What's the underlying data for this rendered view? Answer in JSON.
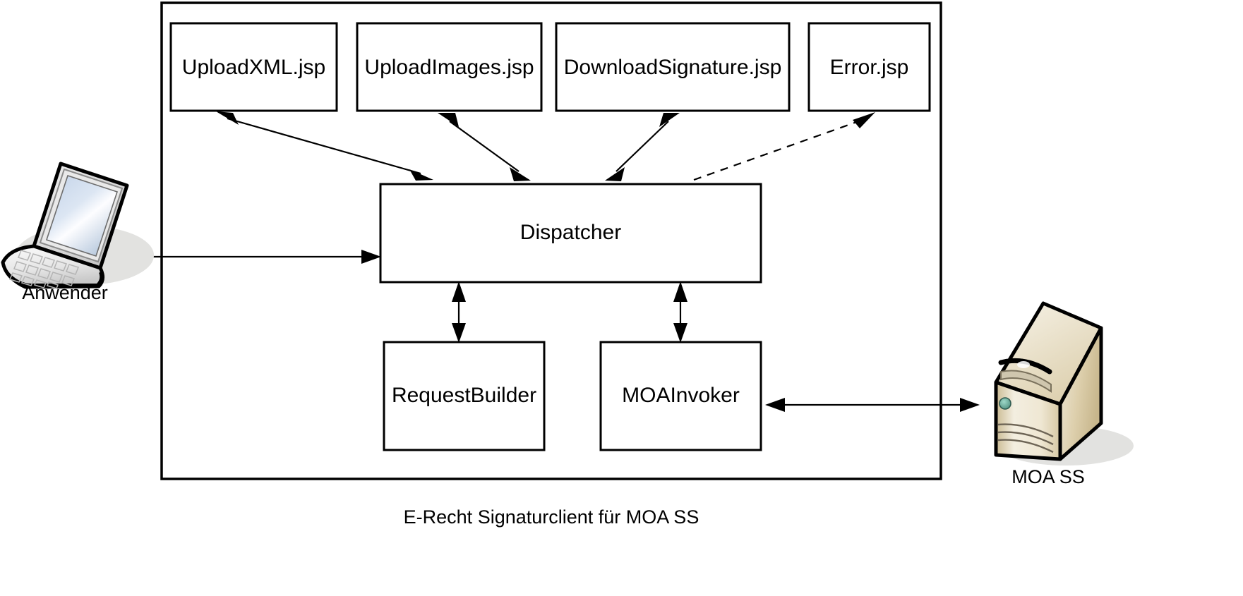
{
  "diagram": {
    "caption": "E-Recht Signaturclient für MOA SS",
    "container_label": "",
    "colors": {
      "stroke": "#000000",
      "box_fill": "#ffffff",
      "background": "#ffffff",
      "server_body": "#d8c9a3",
      "server_front": "#efe9d8",
      "server_top": "#e8dfc6",
      "server_led": "#5fa694",
      "laptop_screen": "#ccd9ec",
      "shadow": "#e2e2e0"
    },
    "boxes": [
      {
        "id": "uploadxml",
        "label": "UploadXML.jsp"
      },
      {
        "id": "uploadimages",
        "label": "UploadImages.jsp"
      },
      {
        "id": "downloadsignature",
        "label": "DownloadSignature.jsp"
      },
      {
        "id": "error",
        "label": "Error.jsp"
      },
      {
        "id": "dispatcher",
        "label": "Dispatcher"
      },
      {
        "id": "requestbuilder",
        "label": "RequestBuilder"
      },
      {
        "id": "moainvoker",
        "label": "MOAInvoker"
      }
    ],
    "external_nodes": [
      {
        "id": "anwender",
        "label": "Anwender",
        "icon": "laptop-icon"
      },
      {
        "id": "moass",
        "label": "MOA SS",
        "icon": "server-tower-icon"
      }
    ],
    "connections": [
      {
        "from": "dispatcher",
        "to": "uploadxml",
        "style": "solid",
        "direction": "bidirectional"
      },
      {
        "from": "dispatcher",
        "to": "uploadimages",
        "style": "solid",
        "direction": "bidirectional"
      },
      {
        "from": "dispatcher",
        "to": "downloadsignature",
        "style": "solid",
        "direction": "bidirectional"
      },
      {
        "from": "dispatcher",
        "to": "error",
        "style": "dashed",
        "direction": "forward"
      },
      {
        "from": "anwender",
        "to": "dispatcher",
        "style": "solid",
        "direction": "bidirectional"
      },
      {
        "from": "dispatcher",
        "to": "requestbuilder",
        "style": "solid",
        "direction": "bidirectional"
      },
      {
        "from": "dispatcher",
        "to": "moainvoker",
        "style": "solid",
        "direction": "bidirectional"
      },
      {
        "from": "moainvoker",
        "to": "moass",
        "style": "solid",
        "direction": "bidirectional"
      }
    ]
  }
}
